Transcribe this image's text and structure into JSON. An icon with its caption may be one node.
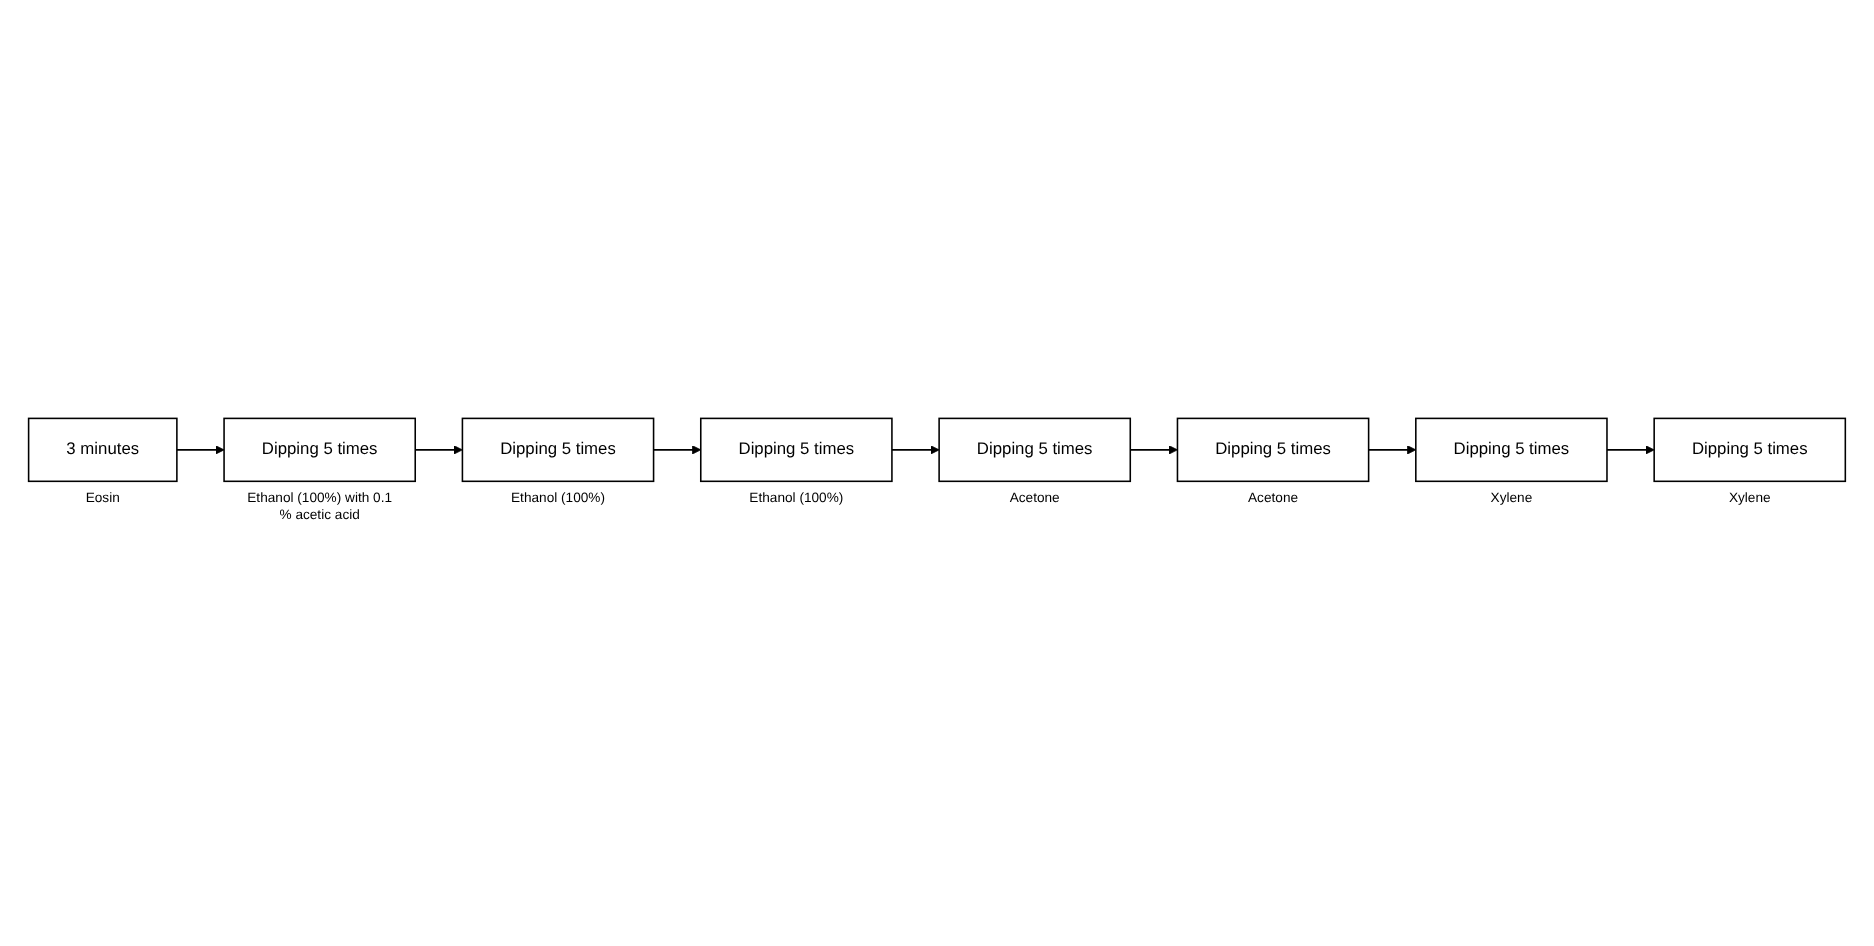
{
  "diagram": {
    "nodes": [
      {
        "text": [
          "3 minutes"
        ],
        "beside": [
          "Eosin"
        ]
      },
      {
        "text": [
          "Dipping 5 times"
        ],
        "beside": [
          "Ethanol (100%) with 0.1 % acetic acid"
        ]
      },
      {
        "text": [
          "Dipping 5 times"
        ],
        "beside": [
          "Ethanol (100%)"
        ]
      },
      {
        "text": [
          "Dipping 5 times"
        ],
        "beside": [
          "Ethanol (100%)"
        ]
      },
      {
        "text": [
          "Dipping 5 times"
        ],
        "beside": [
          "Acetone"
        ]
      },
      {
        "text": [
          "Dipping 5 times"
        ],
        "beside": [
          "Acetone"
        ]
      },
      {
        "text": [
          "Dipping 5 times"
        ],
        "beside": [
          "Xylene"
        ]
      },
      {
        "text": [
          "Dipping 5 times"
        ],
        "beside": [
          "Xylene"
        ]
      }
    ],
    "edges": [
      {
        "from": 0,
        "to": 1,
        "arrow": "to"
      },
      {
        "from": 1,
        "to": 2,
        "arrow": "to"
      },
      {
        "from": 2,
        "to": 3,
        "arrow": "to"
      },
      {
        "from": 3,
        "to": 4,
        "arrow": "to"
      },
      {
        "from": 4,
        "to": 5,
        "arrow": "to"
      },
      {
        "from": 5,
        "to": 6,
        "arrow": "to"
      },
      {
        "from": 6,
        "to": 7,
        "arrow": "to"
      }
    ]
  }
}
